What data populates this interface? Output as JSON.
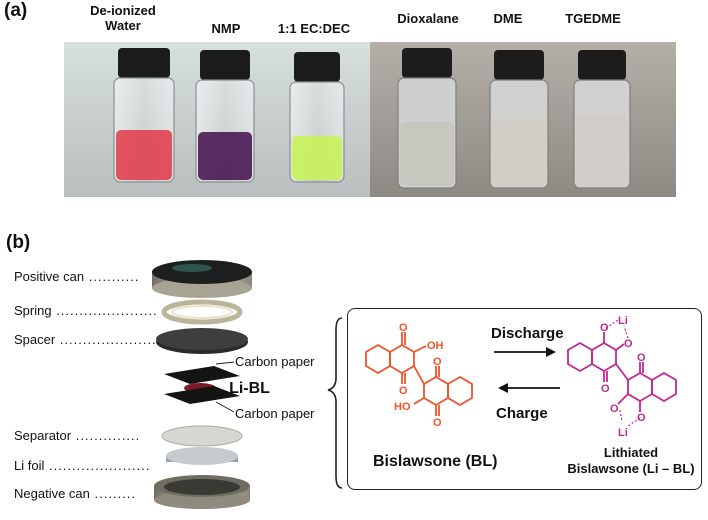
{
  "panel_a": {
    "label": "(a)",
    "solvents": [
      {
        "name": "De-ionized\nWater",
        "color": "#e2384a"
      },
      {
        "name": "NMP",
        "color": "#4a1a55"
      },
      {
        "name": "1:1 EC:DEC",
        "color": "#c8f25a"
      },
      {
        "name": "Dioxalane",
        "color": "#c7c4bd"
      },
      {
        "name": "DME",
        "color": "#cfcdc5"
      },
      {
        "name": "TGEDME",
        "color": "#d3ccc9"
      }
    ]
  },
  "panel_b": {
    "label": "(b)",
    "parts": {
      "positive_can": "Positive can",
      "spring": "Spring",
      "spacer": "Spacer",
      "carbon_paper_top": "Carbon paper",
      "li_bl": "Li-BL",
      "carbon_paper_bottom": "Carbon paper",
      "separator": "Separator",
      "li_foil": "Li foil",
      "negative_can": "Negative can"
    },
    "reaction": {
      "discharge": "Discharge",
      "charge": "Charge",
      "reactant_name": "Bislawsone (BL)",
      "product_name_line1": "Lithiated",
      "product_name_line2": "Bislawsone (Li – BL)",
      "atoms": {
        "O": "O",
        "OH": "OH",
        "HO": "HO",
        "Li": "Li"
      }
    },
    "colors": {
      "reactant": "#f0522a",
      "product": "#c02890"
    }
  }
}
